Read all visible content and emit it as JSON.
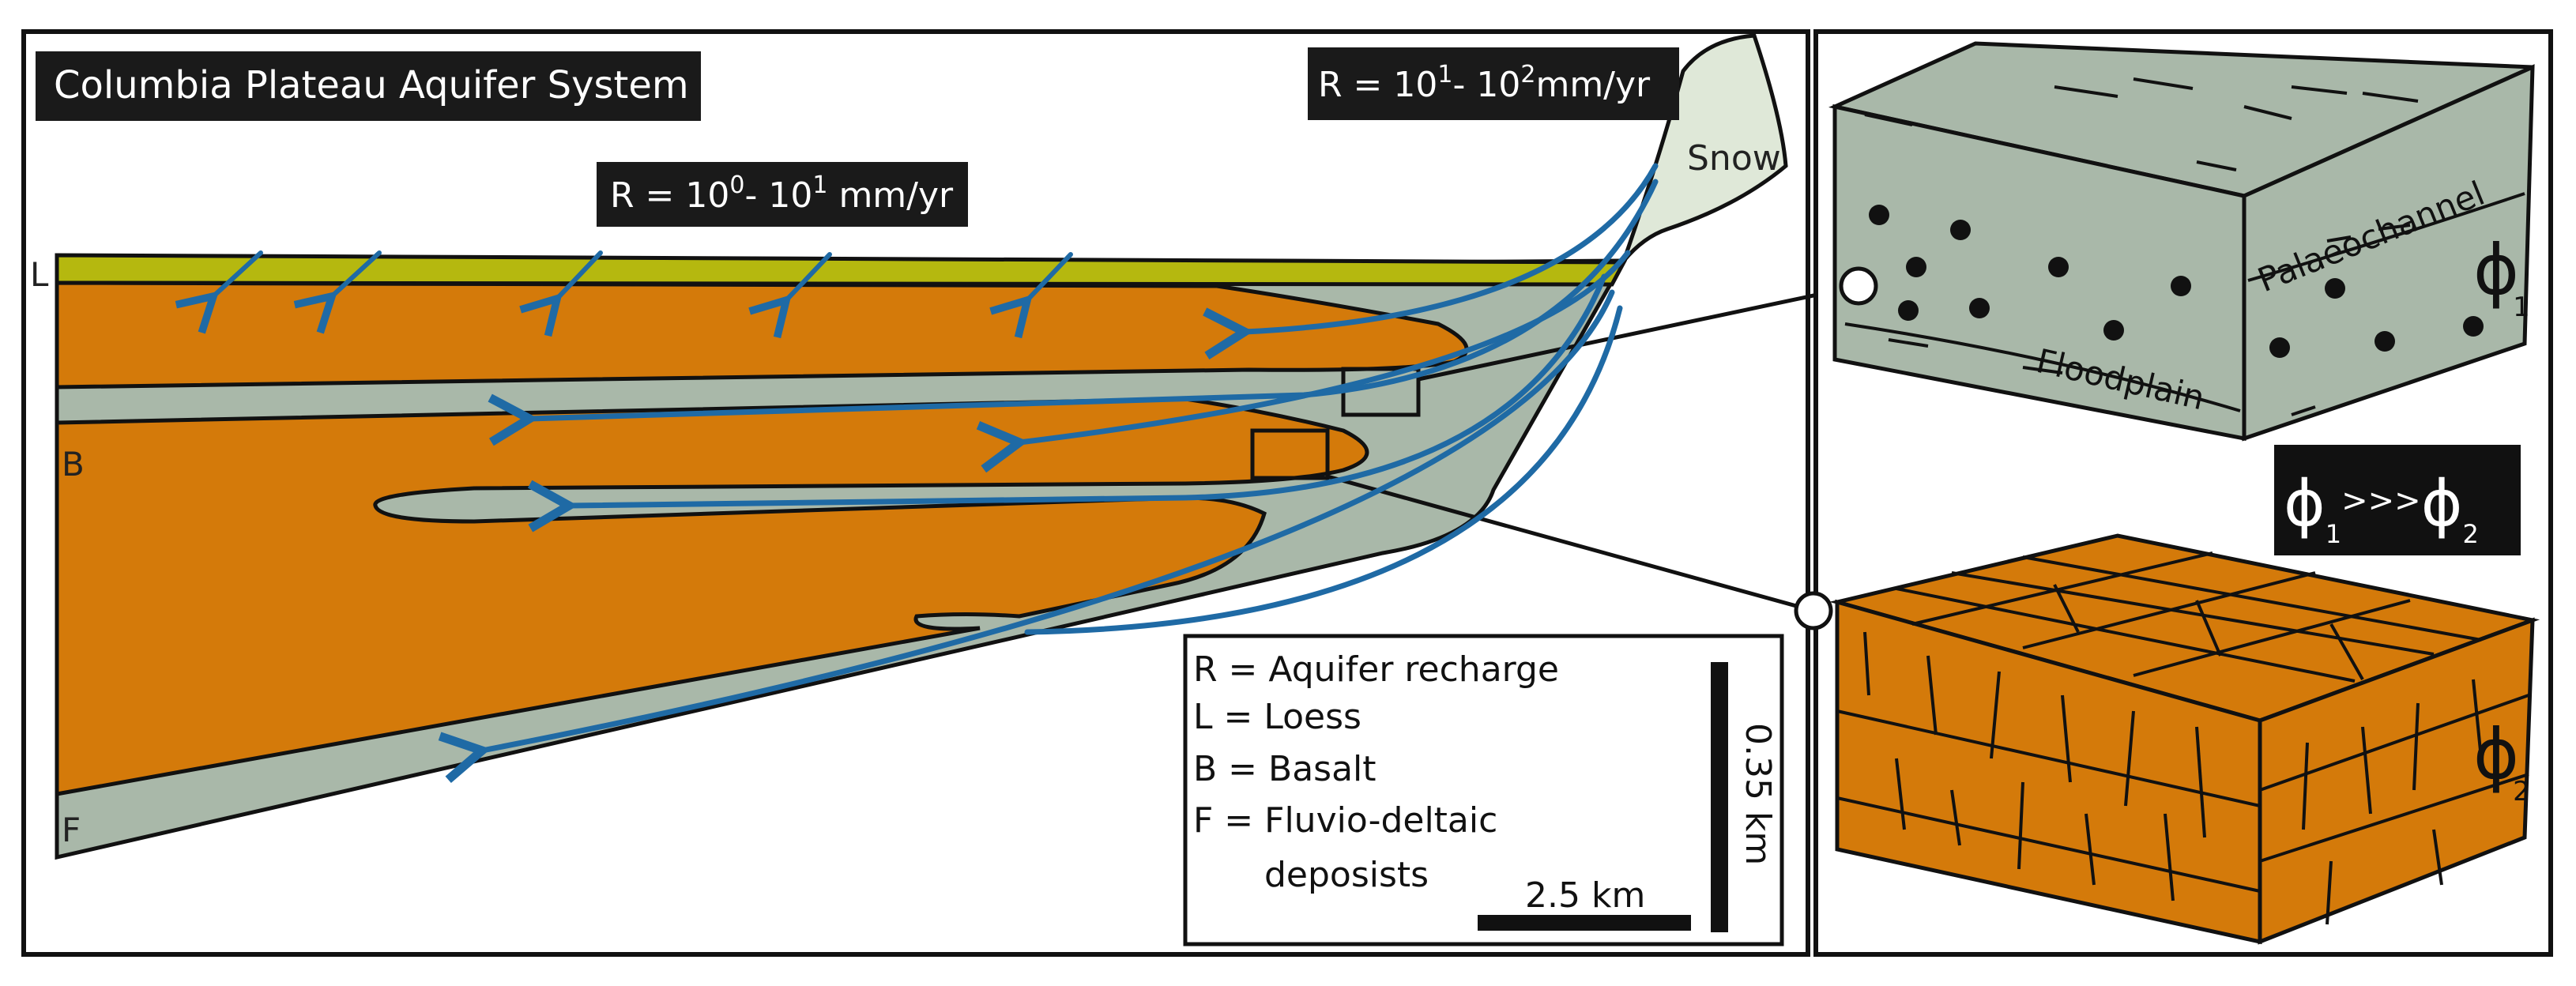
{
  "title": "Columbia Plateau Aquifer System",
  "recharge_low": {
    "prefix": "R = 10",
    "exp1": "0",
    "mid": "- 10",
    "exp2": "1",
    "unit": " mm/yr"
  },
  "recharge_high": {
    "prefix": "R = 10",
    "exp1": "1",
    "mid": "- 10",
    "exp2": "2",
    "unit": "mm/yr"
  },
  "snow_label": "Snow",
  "layer_labels": {
    "loess": "L",
    "basalt": "B",
    "fluvio": "F"
  },
  "legend": {
    "items": [
      "R = Aquifer recharge",
      "L = Loess",
      "B = Basalt",
      "F = Fluvio-deltaic",
      "deposists"
    ]
  },
  "scale": {
    "vertical": "0.35 km",
    "horizontal": "2.5 km"
  },
  "block_top": {
    "palaeochannel": "Palaeochannel",
    "floodplain": "Floodplain",
    "phi": "ϕ",
    "sub": "1"
  },
  "block_bottom": {
    "phi": "ϕ",
    "sub": "2"
  },
  "porosity_compare": {
    "phi1": "ϕ",
    "sub1": "1",
    "op": ">>>",
    "phi2": "ϕ",
    "sub2": "2"
  },
  "colors": {
    "basalt": "#d47a0a",
    "fluvio": "#a9b8a9",
    "loess": "#b5b80f",
    "snow": "#dfe8d8",
    "flow_arrow": "#1f6aa5",
    "label_bg": "#1a1a1a"
  }
}
